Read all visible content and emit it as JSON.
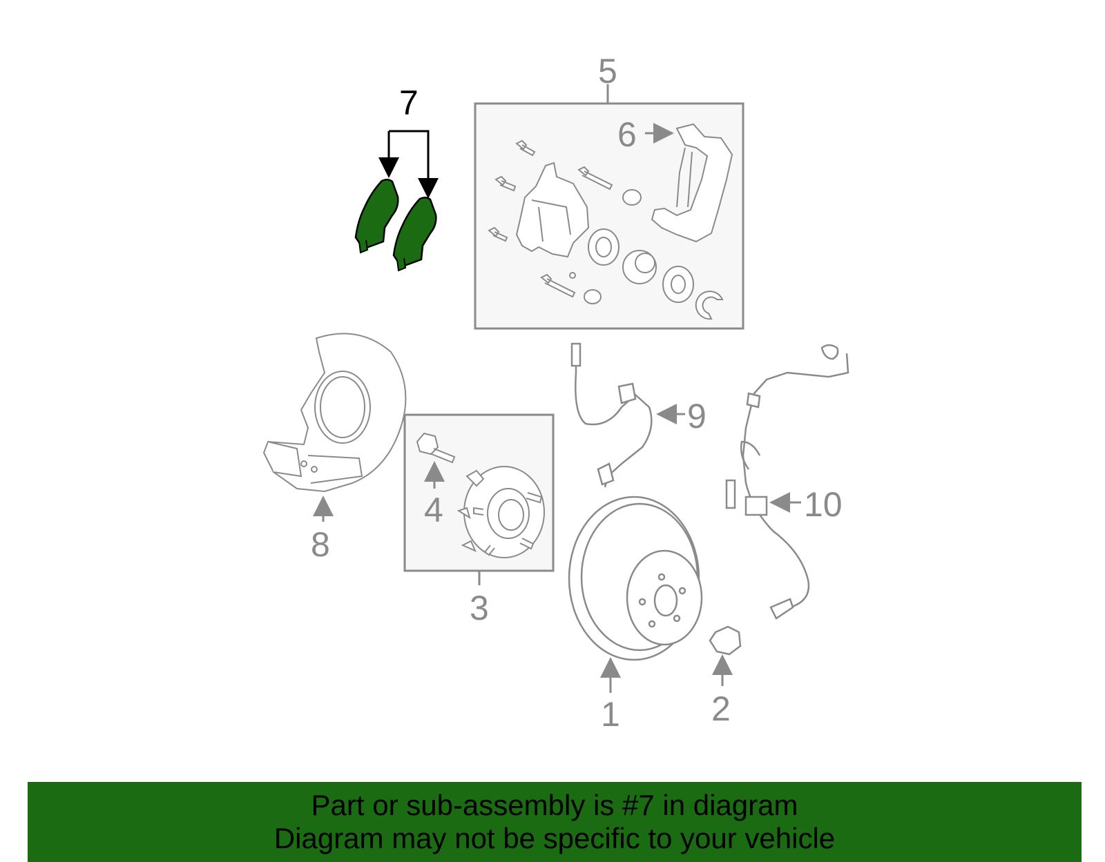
{
  "diagram": {
    "highlight_color": "#1a6b12",
    "line_color": "#8a8a8a",
    "callouts": [
      {
        "id": "1",
        "label": "1",
        "name": "brake-rotor",
        "highlighted": false
      },
      {
        "id": "2",
        "label": "2",
        "name": "hub-nut",
        "highlighted": false
      },
      {
        "id": "3",
        "label": "3",
        "name": "hub-assembly",
        "highlighted": false
      },
      {
        "id": "4",
        "label": "4",
        "name": "hub-bolt",
        "highlighted": false
      },
      {
        "id": "5",
        "label": "5",
        "name": "caliper-assembly",
        "highlighted": false
      },
      {
        "id": "6",
        "label": "6",
        "name": "caliper-support",
        "highlighted": false
      },
      {
        "id": "7",
        "label": "7",
        "name": "brake-pads",
        "highlighted": true
      },
      {
        "id": "8",
        "label": "8",
        "name": "splash-shield",
        "highlighted": false
      },
      {
        "id": "9",
        "label": "9",
        "name": "brake-hose",
        "highlighted": false
      },
      {
        "id": "10",
        "label": "10",
        "name": "abs-sensor",
        "highlighted": false
      }
    ]
  },
  "banner": {
    "background": "#1a6b12",
    "line1": "Part or sub-assembly is #7 in diagram",
    "line2": "Diagram may not be specific to your vehicle"
  }
}
